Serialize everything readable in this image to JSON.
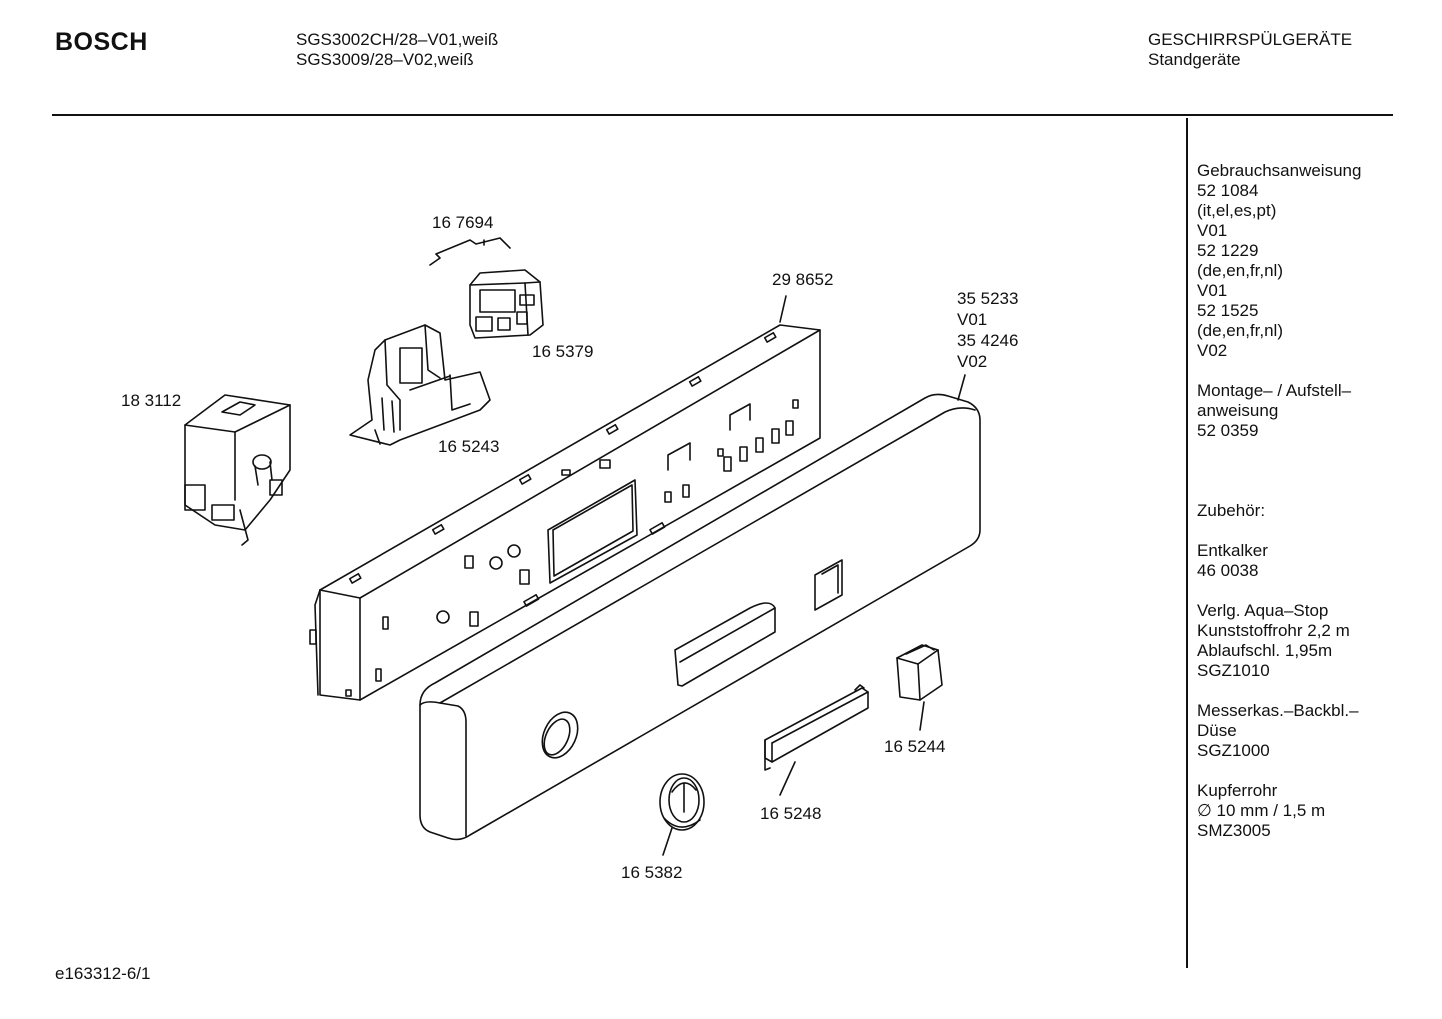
{
  "header": {
    "brand": "BOSCH",
    "models": [
      "SGS3002CH/28–V01,weiß",
      "SGS3009/28–V02,weiß"
    ],
    "category": [
      "GESCHIRRSPÜLGERÄTE",
      "Standgeräte"
    ]
  },
  "parts": {
    "p167694": "16 7694",
    "p298652": "29 8652",
    "p355233": "35 5233",
    "p355233_var": "V01",
    "p354246": "35 4246",
    "p354246_var": "V02",
    "p165379": "16 5379",
    "p183112": "18 3112",
    "p165243": "16 5243",
    "p165244": "16 5244",
    "p165248": "16 5248",
    "p165382": "16 5382"
  },
  "sidebar": [
    [
      "Gebrauchsanweisung",
      "52 1084",
      "(it,el,es,pt)",
      "V01",
      "52 1229",
      "(de,en,fr,nl)",
      "V01",
      "52 1525",
      "(de,en,fr,nl)",
      "V02"
    ],
    [
      "Montage– / Aufstell–",
      "anweisung",
      "52 0359"
    ],
    [],
    [
      "Zubehör:"
    ],
    [
      "Entkalker",
      "46 0038"
    ],
    [
      "Verlg. Aqua–Stop",
      "Kunststoffrohr 2,2 m",
      "Ablaufschl. 1,95m",
      "SGZ1010"
    ],
    [
      "Messerkas.–Backbl.–",
      "Düse",
      "SGZ1000"
    ],
    [
      "Kupferrohr",
      "∅ 10 mm / 1,5 m",
      "SMZ3005"
    ]
  ],
  "footer": "e163312-6/1"
}
